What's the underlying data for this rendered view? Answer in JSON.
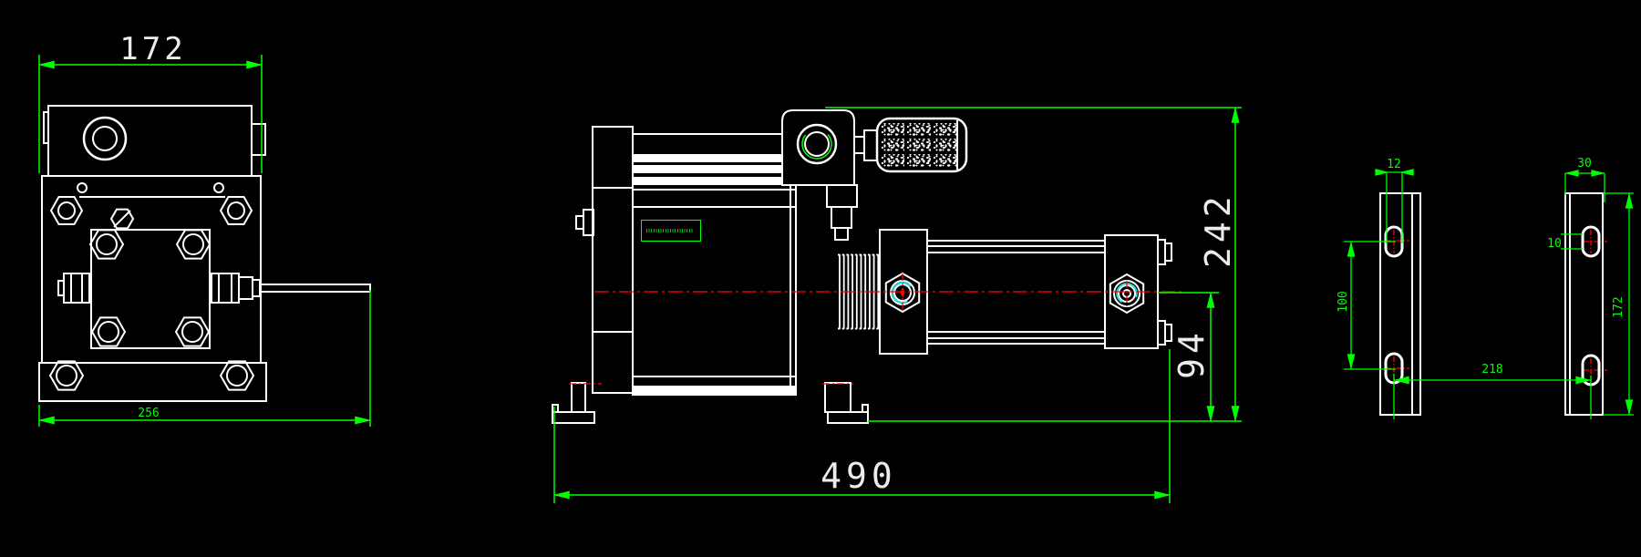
{
  "colors": {
    "background": "#000000",
    "geometry": "#ffffff",
    "dimension": "#00ff00",
    "centerline": "#ff0000",
    "accent": "#00ffff"
  },
  "front_view": {
    "dim_top_width": "172",
    "dim_overall_width": "256"
  },
  "side_view": {
    "dim_overall_length": "490",
    "dim_overall_height": "242",
    "dim_axis_height": "94",
    "nameplate_text_legible": false
  },
  "inner_plate": {
    "dim_slot_width": "12",
    "dim_hole_spacing": "100"
  },
  "outer_plate": {
    "dim_width": "30",
    "dim_slot_width": "10",
    "dim_height": "172"
  },
  "plate_pair": {
    "dim_hole_spacing": "218"
  }
}
